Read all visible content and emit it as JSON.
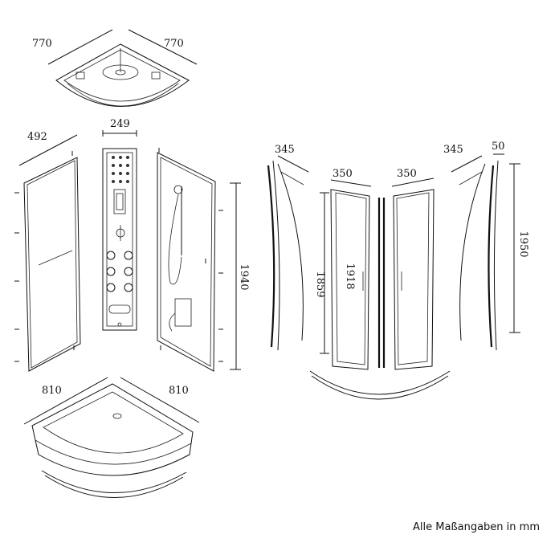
{
  "dimensions": {
    "top_left": "770",
    "top_right": "770",
    "panel_width": "492",
    "column_width": "249",
    "column_height": "1940",
    "tray_left": "810",
    "tray_right": "810",
    "fixed_left": "345",
    "fixed_right": "345",
    "door_left": "350",
    "door_right": "350",
    "rail_depth": "50",
    "door_height_a": "1859",
    "door_height_b": "1918",
    "total_height": "1950"
  },
  "caption": "Alle Maßangaben in mm"
}
